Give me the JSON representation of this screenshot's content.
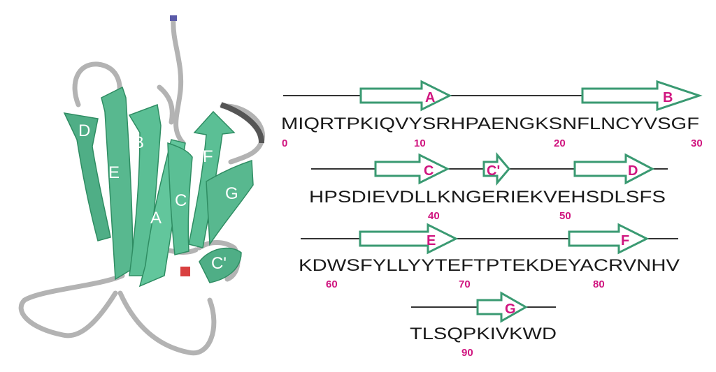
{
  "colors": {
    "strand": "#5bbf95",
    "strand_dark": "#2f8d63",
    "arrow_outline": "#3a9a72",
    "label": "#d0157f",
    "coil": "#b8b8b8",
    "text": "#1a1a1a"
  },
  "structure_labels": [
    "D",
    "E",
    "B",
    "A",
    "C",
    "F",
    "G",
    "C'"
  ],
  "rows": [
    {
      "sequence": "MIQRTPKIQVYSRHPAENGKSNFLNCYVSGF",
      "numbers": [
        "0",
        "10",
        "20",
        "30"
      ],
      "strands": [
        "A",
        "B"
      ]
    },
    {
      "sequence": "HPSDIEVDLLKNGERIEKVEHSDLSFS",
      "numbers": [
        "40",
        "50"
      ],
      "strands": [
        "C",
        "C'",
        "D"
      ]
    },
    {
      "sequence": "KDWSFYLLYYTEFTPTEKDEYACRVNHV",
      "numbers": [
        "60",
        "70",
        "80"
      ],
      "strands": [
        "E",
        "F"
      ]
    },
    {
      "sequence": "TLSQPKIVKWD",
      "numbers": [
        "90"
      ],
      "strands": [
        "G"
      ]
    }
  ]
}
